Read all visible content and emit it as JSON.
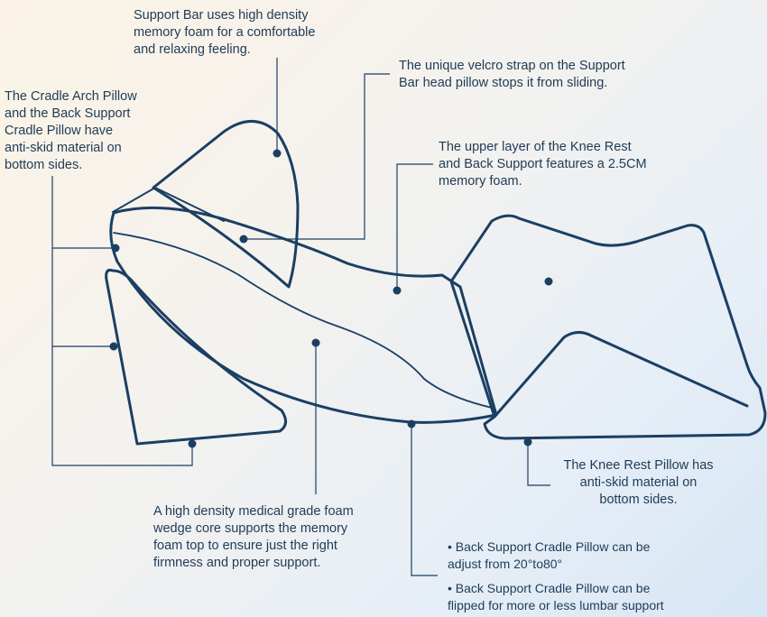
{
  "colors": {
    "outline": "#1b3f63",
    "text": "#1f3b55",
    "background_start": "#fbf3e6",
    "background_end": "#d6e6f4"
  },
  "labels": {
    "support_bar": "Support Bar uses high density\nmemory foam for a comfortable\nand relaxing feeling.",
    "velcro": "The unique velcro strap on the Support\nBar head pillow stops it from sliding.",
    "anti_skid_cradle": "The Cradle Arch Pillow\nand the Back Support\nCradle Pillow have\nanti-skid material on\nbottom sides.",
    "upper_layer": "The upper layer of the Knee Rest\nand Back Support features a 2.5CM\nmemory foam.",
    "knee_rest": "The Knee Rest Pillow has\nanti-skid material on\nbottom sides.",
    "foam_core": "A high density medical grade foam\nwedge core supports the memory\nfoam top to ensure just the right\nfirmness and proper support.",
    "bullet_adjust": "• Back Support Cradle Pillow can be\n   adjust from 20°to80°",
    "bullet_flip": "• Back Support Cradle Pillow can be\n   flipped for more or less lumbar support"
  }
}
